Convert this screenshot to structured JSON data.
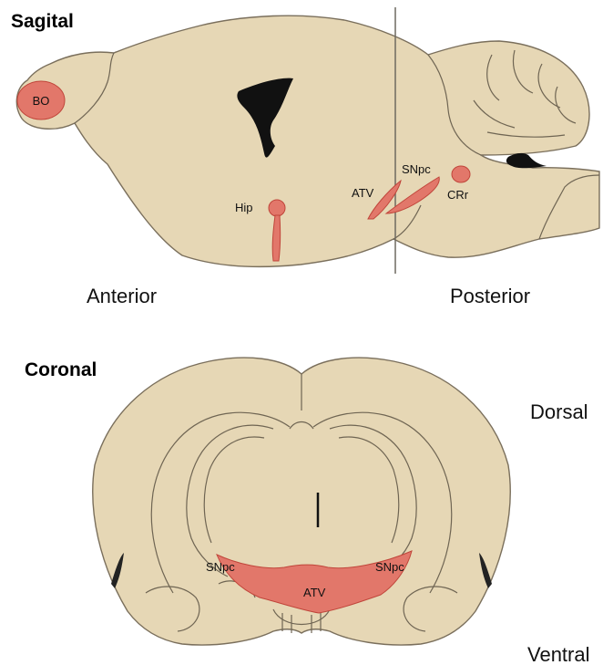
{
  "sagittal": {
    "title": "Sagital",
    "anterior_label": "Anterior",
    "posterior_label": "Posterior",
    "regions": {
      "bo": "BO",
      "hip": "Hip",
      "atv": "ATV",
      "snpc": "SNpc",
      "crr": "CRr"
    }
  },
  "coronal": {
    "title": "Coronal",
    "dorsal_label": "Dorsal",
    "ventral_label": "Ventral",
    "regions": {
      "snpc_left": "SNpc",
      "snpc_right": "SNpc",
      "atv": "ATV"
    }
  },
  "colors": {
    "tissue": "#e6d7b5",
    "region_fill": "#e2776a",
    "ventricle": "#111111"
  }
}
